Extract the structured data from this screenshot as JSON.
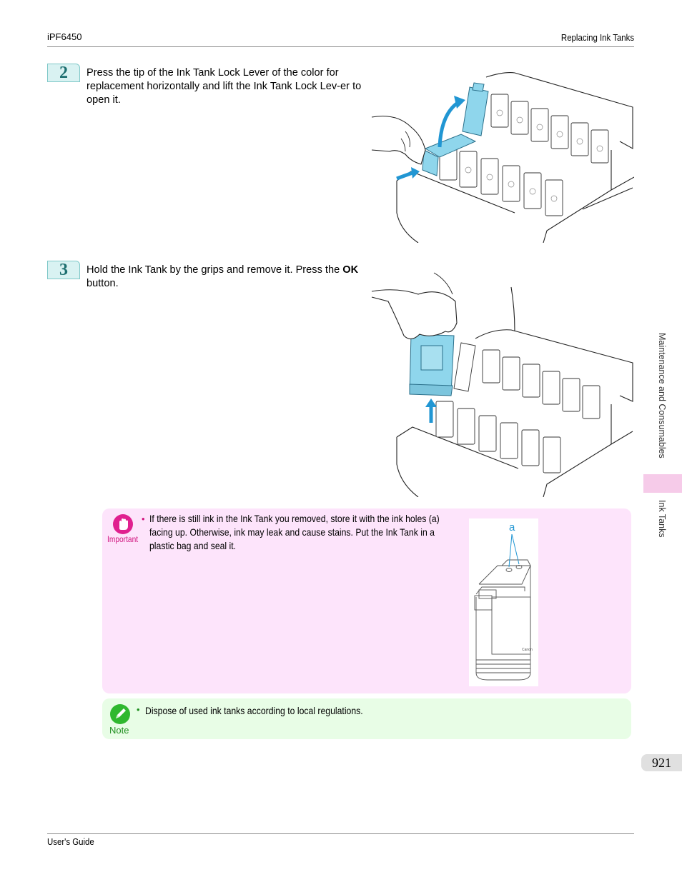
{
  "header": {
    "model": "iPF6450",
    "section": "Replacing Ink Tanks"
  },
  "steps": [
    {
      "number": "2",
      "text": "Press the tip of the Ink Tank Lock Lever of the color for replacement horizontally and lift the Ink Tank Lock Lev-er to open it."
    },
    {
      "number": "3",
      "text_before": "Hold the Ink Tank by the grips and remove it. Press the ",
      "bold": "OK",
      "text_after": " button."
    }
  ],
  "important": {
    "label": "Important",
    "text": "If there is still ink in the Ink Tank you removed, store it with the ink holes (a) facing up. Otherwise, ink may leak and cause stains. Put the Ink Tank in a plastic bag and seal it.",
    "callout": "a",
    "tank_brand": "Canon"
  },
  "note": {
    "label": "Note",
    "text": "Dispose of used ink tanks according to local regulations."
  },
  "side_tabs": {
    "chapter": "Maintenance and Consumables",
    "section": "Ink Tanks"
  },
  "page_number": "921",
  "footer": "User's Guide",
  "colors": {
    "step_badge": "#d9f2f2",
    "important_bg": "#fde4fb",
    "note_bg": "#e8fde6",
    "highlight": "#8fd6ec",
    "important_icon": "#e0208f",
    "note_icon": "#2fb82f"
  }
}
